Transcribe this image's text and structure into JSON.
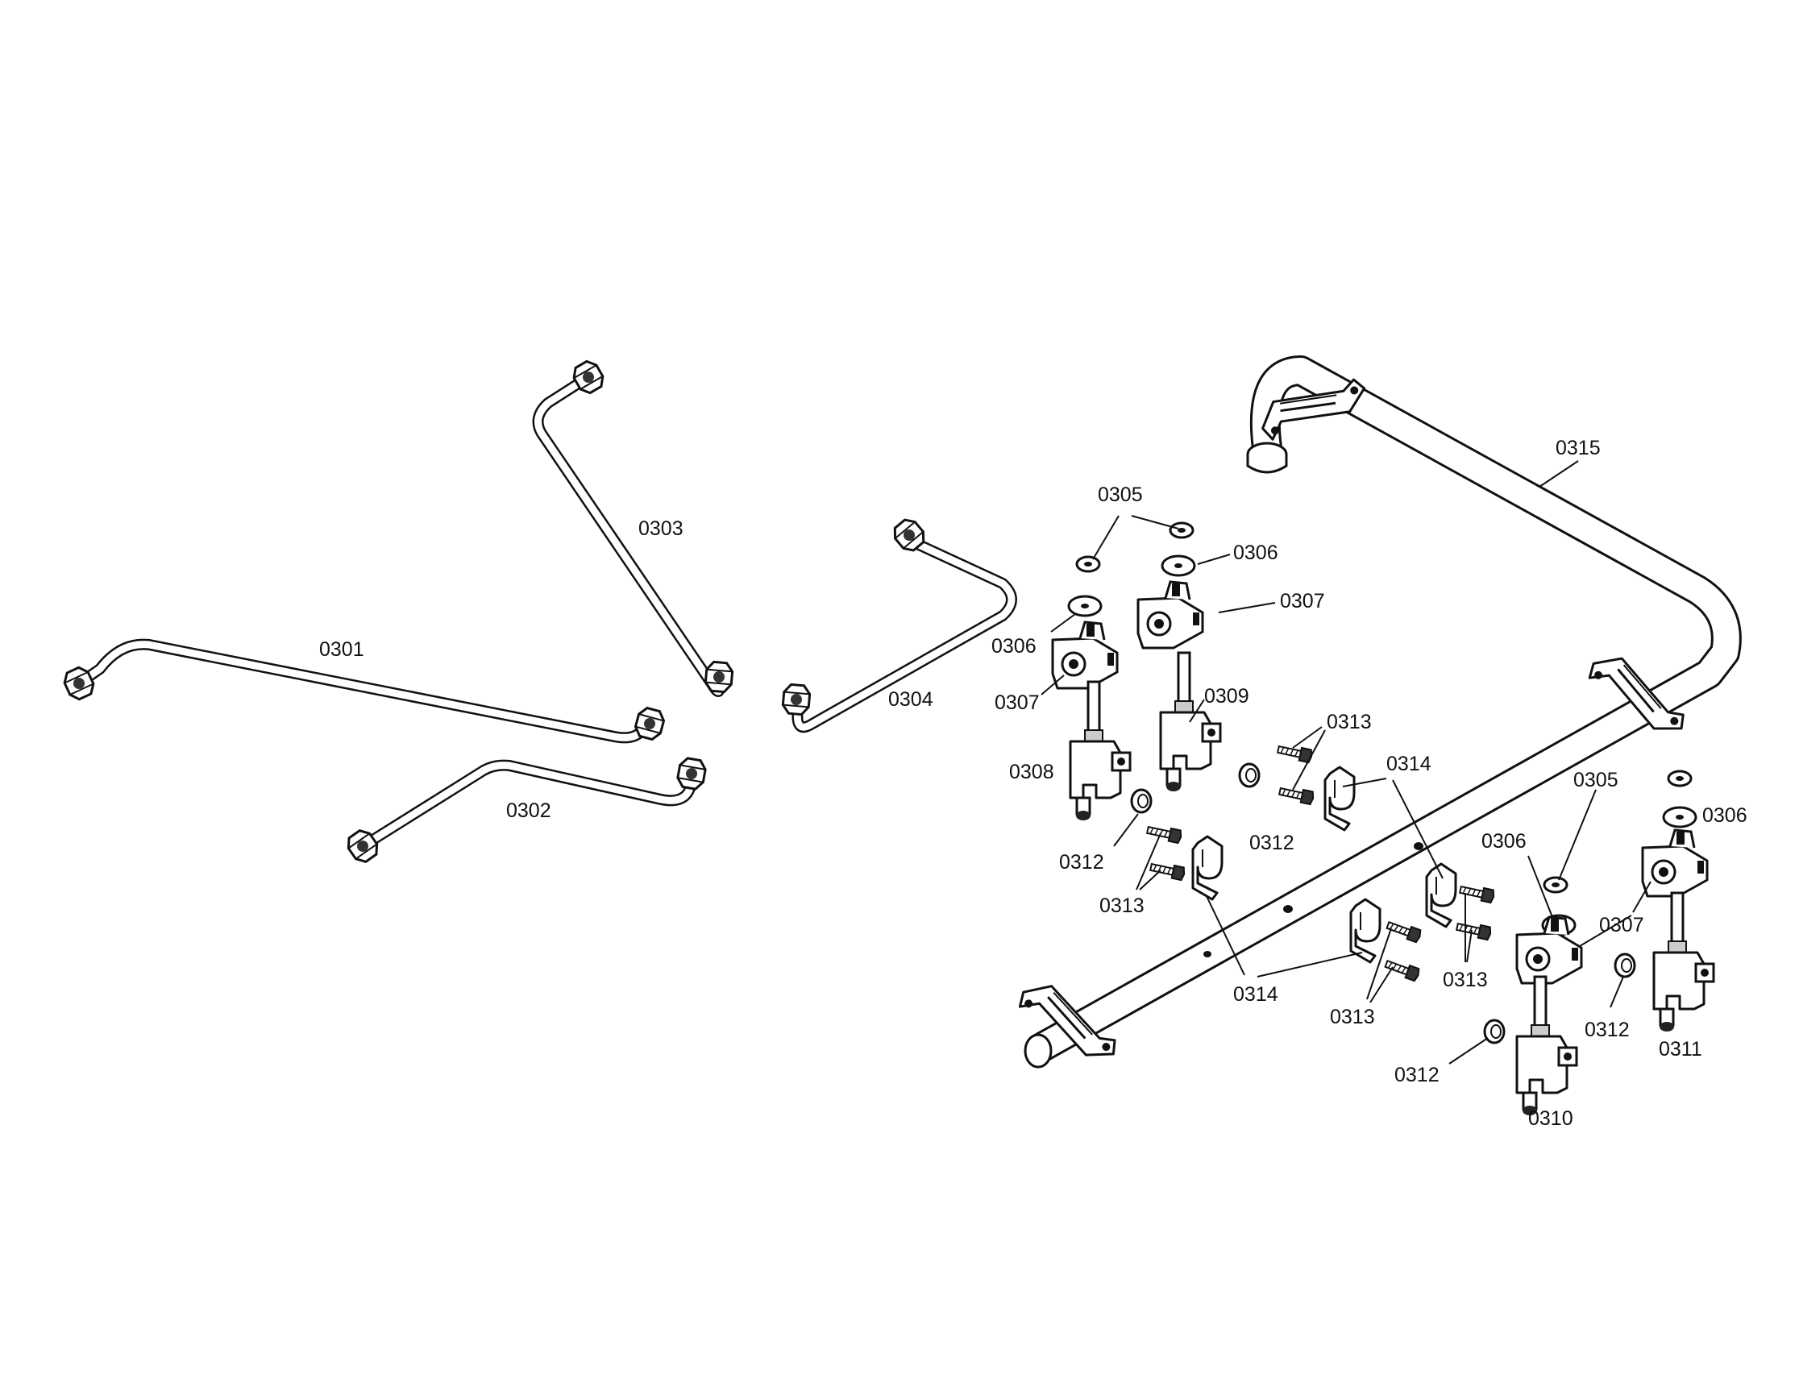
{
  "callouts": [
    {
      "id": "c0301",
      "text": "0301"
    },
    {
      "id": "c0302",
      "text": "0302"
    },
    {
      "id": "c0303",
      "text": "0303"
    },
    {
      "id": "c0304",
      "text": "0304"
    },
    {
      "id": "c0305a",
      "text": "0305"
    },
    {
      "id": "c0305b",
      "text": "0305"
    },
    {
      "id": "c0306a",
      "text": "0306"
    },
    {
      "id": "c0306b",
      "text": "0306"
    },
    {
      "id": "c0306c",
      "text": "0306"
    },
    {
      "id": "c0306d",
      "text": "0306"
    },
    {
      "id": "c0307a",
      "text": "0307"
    },
    {
      "id": "c0307b",
      "text": "0307"
    },
    {
      "id": "c0307c",
      "text": "0307"
    },
    {
      "id": "c0308",
      "text": "0308"
    },
    {
      "id": "c0309",
      "text": "0309"
    },
    {
      "id": "c0310",
      "text": "0310"
    },
    {
      "id": "c0311",
      "text": "0311"
    },
    {
      "id": "c0312a",
      "text": "0312"
    },
    {
      "id": "c0312b",
      "text": "0312"
    },
    {
      "id": "c0312c",
      "text": "0312"
    },
    {
      "id": "c0312d",
      "text": "0312"
    },
    {
      "id": "c0313a",
      "text": "0313"
    },
    {
      "id": "c0313b",
      "text": "0313"
    },
    {
      "id": "c0313c",
      "text": "0313"
    },
    {
      "id": "c0313d",
      "text": "0313"
    },
    {
      "id": "c0314a",
      "text": "0314"
    },
    {
      "id": "c0314b",
      "text": "0314"
    },
    {
      "id": "c0315",
      "text": "0315"
    }
  ]
}
